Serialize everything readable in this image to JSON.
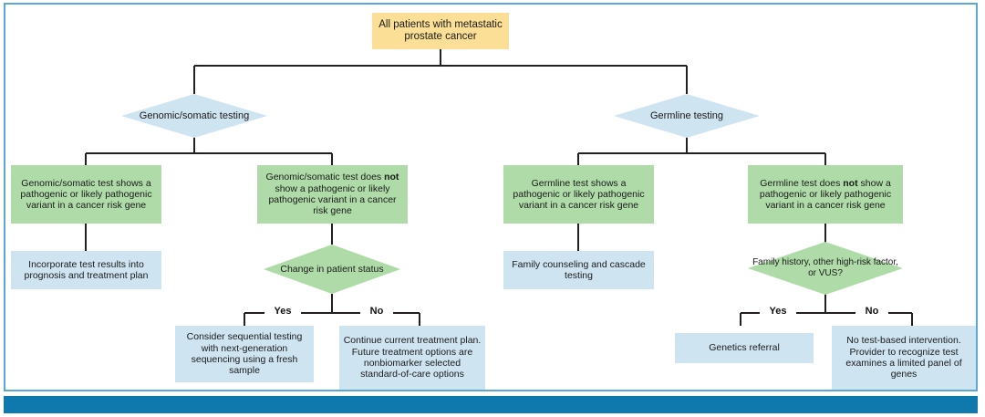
{
  "figure": {
    "type": "flowchart",
    "title_node": "All patients with metastatic prostate cancer",
    "colors": {
      "start_box": "#fcdf96",
      "decision_blue": "#cfe4f1",
      "decision_green": "#aedba7",
      "result_green": "#aedba7",
      "result_blue": "#cfe4f1",
      "frame_border": "#5ba7d6",
      "bottom_bar": "#0f78ad",
      "connector": "#231f20"
    }
  },
  "nodes": {
    "root": {
      "label": "All patients with metastatic prostate cancer",
      "shape": "rect",
      "color": "yellow"
    },
    "genomic_testing": {
      "label": "Genomic/somatic testing",
      "shape": "diamond",
      "color": "blue"
    },
    "germline_testing": {
      "label": "Germline testing",
      "shape": "diamond",
      "color": "blue"
    },
    "genomic_positive": {
      "label_html": "Genomic/somatic test shows a pathogenic or likely pathogenic variant in a cancer risk gene",
      "shape": "rect",
      "color": "green"
    },
    "genomic_negative": {
      "label_html": "Genomic/somatic test does <b>not</b> show a pathogenic or likely pathogenic variant in a cancer risk gene",
      "shape": "rect",
      "color": "green"
    },
    "germline_positive": {
      "label_html": "Germline test shows a pathogenic or likely pathogenic variant in a cancer risk gene",
      "shape": "rect",
      "color": "green"
    },
    "germline_negative": {
      "label_html": "Germline test does <b>not</b> show a pathogenic or likely pathogenic variant in a cancer risk gene",
      "shape": "rect",
      "color": "green"
    },
    "incorporate_results": {
      "label": "Incorporate test results into prognosis and treatment plan",
      "shape": "rect",
      "color": "blue"
    },
    "change_in_status": {
      "label": "Change in patient status",
      "shape": "diamond",
      "color": "green"
    },
    "family_counseling": {
      "label": "Family counseling and cascade testing",
      "shape": "rect",
      "color": "blue"
    },
    "family_history": {
      "label": "Family history, other high-risk factor, or VUS?",
      "shape": "diamond",
      "color": "green"
    },
    "sequential_testing": {
      "label": "Consider sequential testing with next-generation sequencing using a fresh sample",
      "shape": "rect",
      "color": "blue"
    },
    "continue_treatment": {
      "label": "Continue current treatment plan. Future treatment options are nonbiomarker selected standard-of-care options",
      "shape": "rect",
      "color": "blue"
    },
    "genetics_referral": {
      "label": "Genetics referral",
      "shape": "rect",
      "color": "blue"
    },
    "no_intervention": {
      "label": "No test-based intervention. Provider to recognize test examines a limited panel of genes",
      "shape": "rect",
      "color": "blue"
    }
  },
  "edge_labels": {
    "change_yes": "Yes",
    "change_no": "No",
    "family_yes": "Yes",
    "family_no": "No"
  }
}
